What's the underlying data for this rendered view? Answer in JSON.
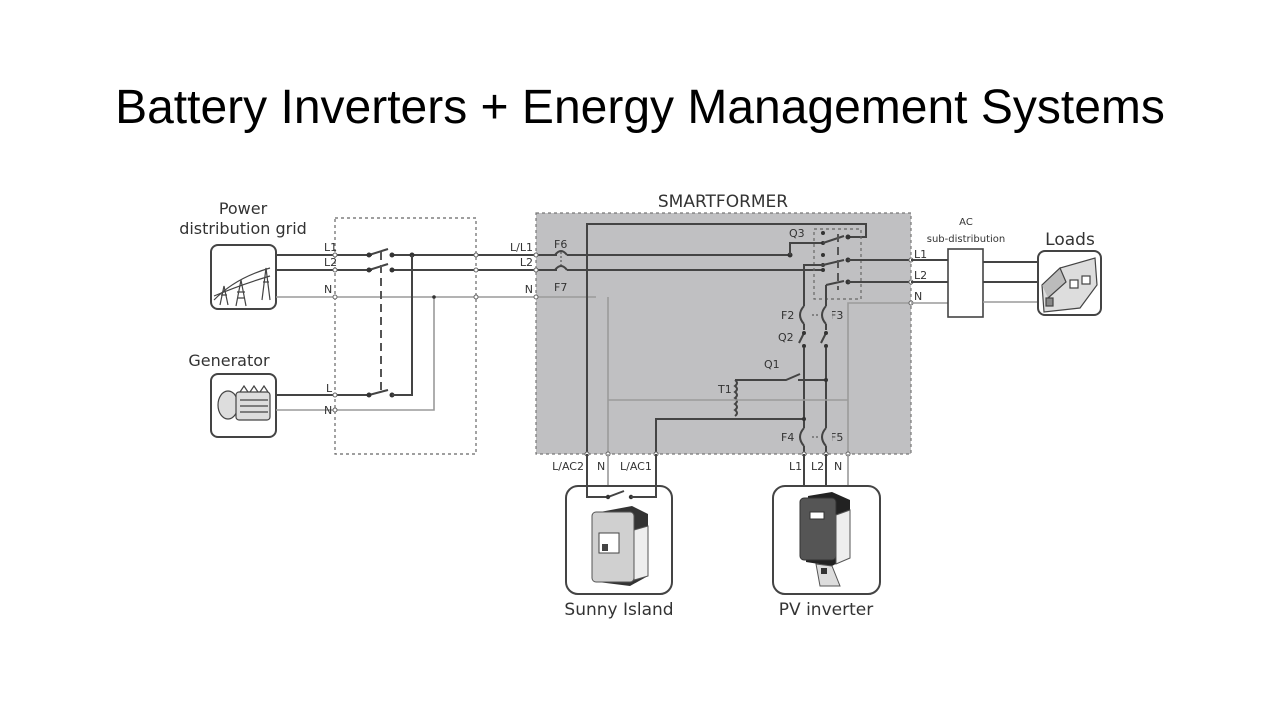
{
  "slide": {
    "title": "Battery Inverters + Energy Management Systems"
  },
  "diagram": {
    "components": {
      "grid": {
        "label_line1": "Power",
        "label_line2": "distribution grid",
        "icon": "power-pylon-icon"
      },
      "generator": {
        "label": "Generator",
        "icon": "generator-icon"
      },
      "smartformer": {
        "label": "SMARTFORMER"
      },
      "ac_subdistribution": {
        "label_line1": "AC",
        "label_line2": "sub-distribution"
      },
      "loads": {
        "label": "Loads",
        "icon": "house-icon"
      },
      "sunny_island": {
        "label": "Sunny Island",
        "icon": "battery-inverter-icon"
      },
      "pv_inverter": {
        "label": "PV inverter",
        "icon": "pv-inverter-icon"
      }
    },
    "terminals": {
      "grid_l1": "L1",
      "grid_l2": "L2",
      "grid_n": "N",
      "gen_l": "L",
      "gen_n": "N",
      "sf_in_l1": "L/L1",
      "sf_in_l2": "L2",
      "sf_in_n": "N",
      "sf_out_l1": "L1",
      "sf_out_l2": "L2",
      "sf_out_n": "N",
      "si_lac2": "L/AC2",
      "si_n": "N",
      "si_lac1": "L/AC1",
      "pv_l1": "L1",
      "pv_l2": "L2",
      "pv_n": "N"
    },
    "devices": {
      "f6": "F6",
      "f7": "F7",
      "q3": "Q3",
      "f2": "F2",
      "f3": "F3",
      "q2": "Q2",
      "q1": "Q1",
      "t1": "T1",
      "f4": "F4",
      "f5": "F5"
    },
    "colors": {
      "smartformer_fill": "#c0c0c2",
      "wire": "#444444",
      "neutral_wire": "#9a9a9a"
    }
  }
}
